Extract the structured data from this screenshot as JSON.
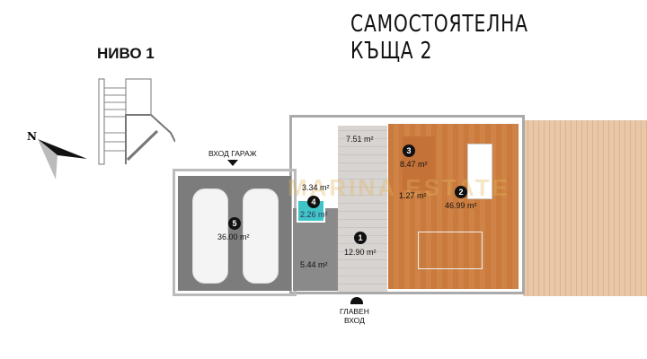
{
  "title": "САМОСТОЯТЕЛНА КЪЩА 2",
  "level": "НИВО 1",
  "compass": {
    "label": "N"
  },
  "labels": {
    "garage_entry": "ВХОД ГАРАЖ",
    "main_entry_line1": "ГЛАВЕН",
    "main_entry_line2": "ВХОД"
  },
  "watermark": "MARINA ESTATE",
  "rooms": [
    {
      "number": "1",
      "area": "12.90 m²"
    },
    {
      "number": "2",
      "area": "46.99 m²"
    },
    {
      "number": "3",
      "area": "8.47 m²"
    },
    {
      "number": "4",
      "area": "2.26 m²"
    },
    {
      "number": "5",
      "area": "36.00 m²"
    }
  ],
  "other_areas": {
    "storage": "7.51 m²",
    "hall": "3.34 m²",
    "pantry": "1.27 m²",
    "corridor": "5.44 m²"
  }
}
